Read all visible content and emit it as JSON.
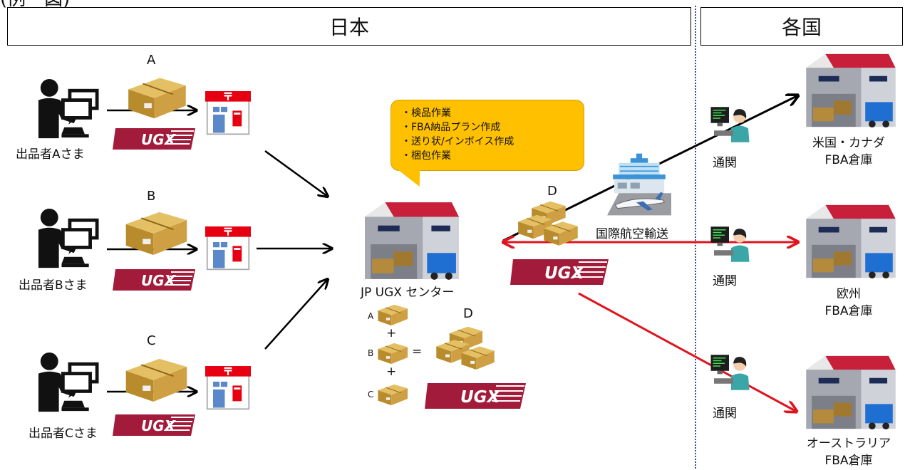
{
  "top_partial": "(例　図)",
  "regions": {
    "japan": "日本",
    "countries": "各国"
  },
  "sellers": [
    {
      "letter": "A",
      "name": "出品者Aさま"
    },
    {
      "letter": "B",
      "name": "出品者Bさま"
    },
    {
      "letter": "C",
      "name": "出品者Cさま"
    }
  ],
  "ugx_brand": "UGX",
  "callout": {
    "items": [
      "・検品作業",
      "・FBA納品プラン作成",
      "・送り状/インボイス作成",
      "・梱包作業"
    ]
  },
  "center_label": "JP UGX センター",
  "consolidation": {
    "labels": [
      "A",
      "B",
      "C"
    ],
    "plus": "+",
    "equals": "=",
    "result": "D"
  },
  "outbound_letter": "D",
  "air_transport": "国際航空輸送",
  "customs": "通関",
  "destinations": [
    {
      "name": "米国・カナダ",
      "sub": "FBA倉庫"
    },
    {
      "name": "欧州",
      "sub": "FBA倉庫"
    },
    {
      "name": "オーストラリア",
      "sub": "FBA倉庫"
    }
  ],
  "colors": {
    "red": "#e0141e",
    "callout": "#ffc000",
    "ugx": "#a21b3a",
    "box": "#c8a040",
    "post": "#e60012"
  }
}
